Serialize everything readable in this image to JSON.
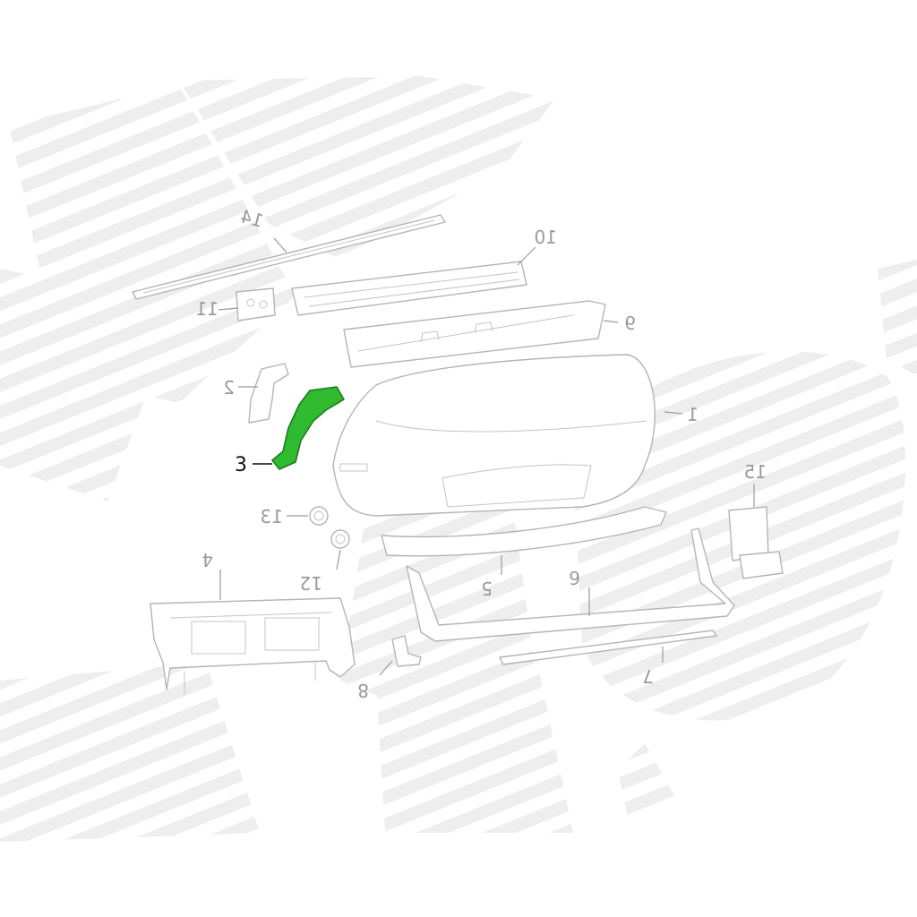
{
  "colors": {
    "background": "#ffffff",
    "line": "#b4b4b4",
    "callout": "#9a9a9a",
    "highlight_fill": "#2fba2f",
    "highlight_stroke": "#1f7a1f",
    "active_callout": "#111111",
    "watermark": "#eeeeee"
  },
  "watermark": {
    "type": "striped-logo"
  },
  "highlighted_part": "3",
  "callouts": [
    {
      "id": "1",
      "text": "1"
    },
    {
      "id": "2",
      "text": "2"
    },
    {
      "id": "3",
      "text": "3"
    },
    {
      "id": "4",
      "text": "4"
    },
    {
      "id": "5",
      "text": "5"
    },
    {
      "id": "6",
      "text": "6"
    },
    {
      "id": "7",
      "text": "7"
    },
    {
      "id": "8",
      "text": "8"
    },
    {
      "id": "9",
      "text": "9"
    },
    {
      "id": "10",
      "text": "10"
    },
    {
      "id": "11",
      "text": "11"
    },
    {
      "id": "12",
      "text": "12"
    },
    {
      "id": "13",
      "text": "13"
    },
    {
      "id": "14",
      "text": "14"
    },
    {
      "id": "15",
      "text": "15"
    }
  ]
}
